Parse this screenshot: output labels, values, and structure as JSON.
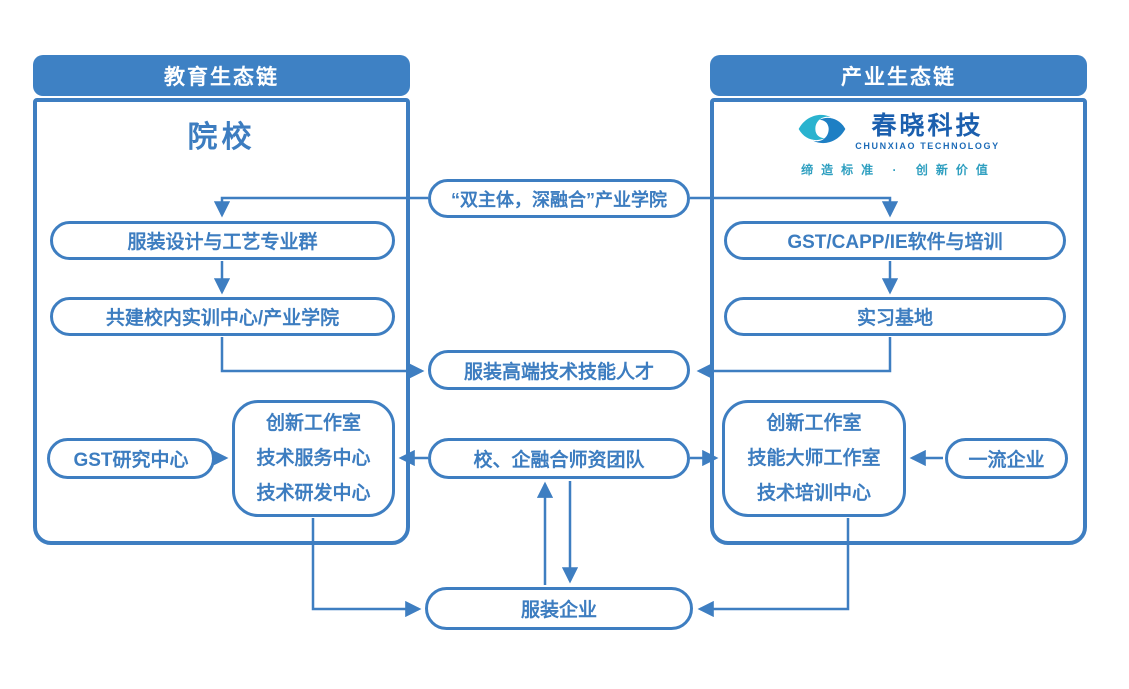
{
  "colors": {
    "primary_blue": "#3e7ec1",
    "header_fill": "#3e81c4",
    "header_text": "#ffffff",
    "node_text": "#3d7dc0",
    "logo_teal": "#2ab3cf",
    "logo_blue": "#1e7fc4",
    "logo_text": "#1b5fae",
    "tagline_color": "#2f9fc0"
  },
  "left_panel": {
    "header": "教育生态链",
    "title": "院校",
    "box_major_group": "服装设计与工艺专业群",
    "box_training_center": "共建校内实训中心/产业学院",
    "centers": {
      "lines": [
        "创新工作室",
        "技术服务中心",
        "技术研发中心"
      ]
    },
    "box_gst_research": "GST研究中心"
  },
  "right_panel": {
    "header": "产业生态链",
    "logo": {
      "name": "春晓科技",
      "subtitle": "CHUNXIAO TECHNOLOGY",
      "tagline": "缔造标准 · 创新价值"
    },
    "box_software": "GST/CAPP/IE软件与培训",
    "box_internship": "实习基地",
    "centers": {
      "lines": [
        "创新工作室",
        "技能大师工作室",
        "技术培训中心"
      ]
    },
    "box_top_enterprise": "一流企业"
  },
  "middle": {
    "box_industry_college": "“双主体，深融合”产业学院",
    "box_talent": "服装高端技术技能人才",
    "box_faculty": "校、企融合师资团队",
    "box_garment_enterprise": "服装企业"
  }
}
